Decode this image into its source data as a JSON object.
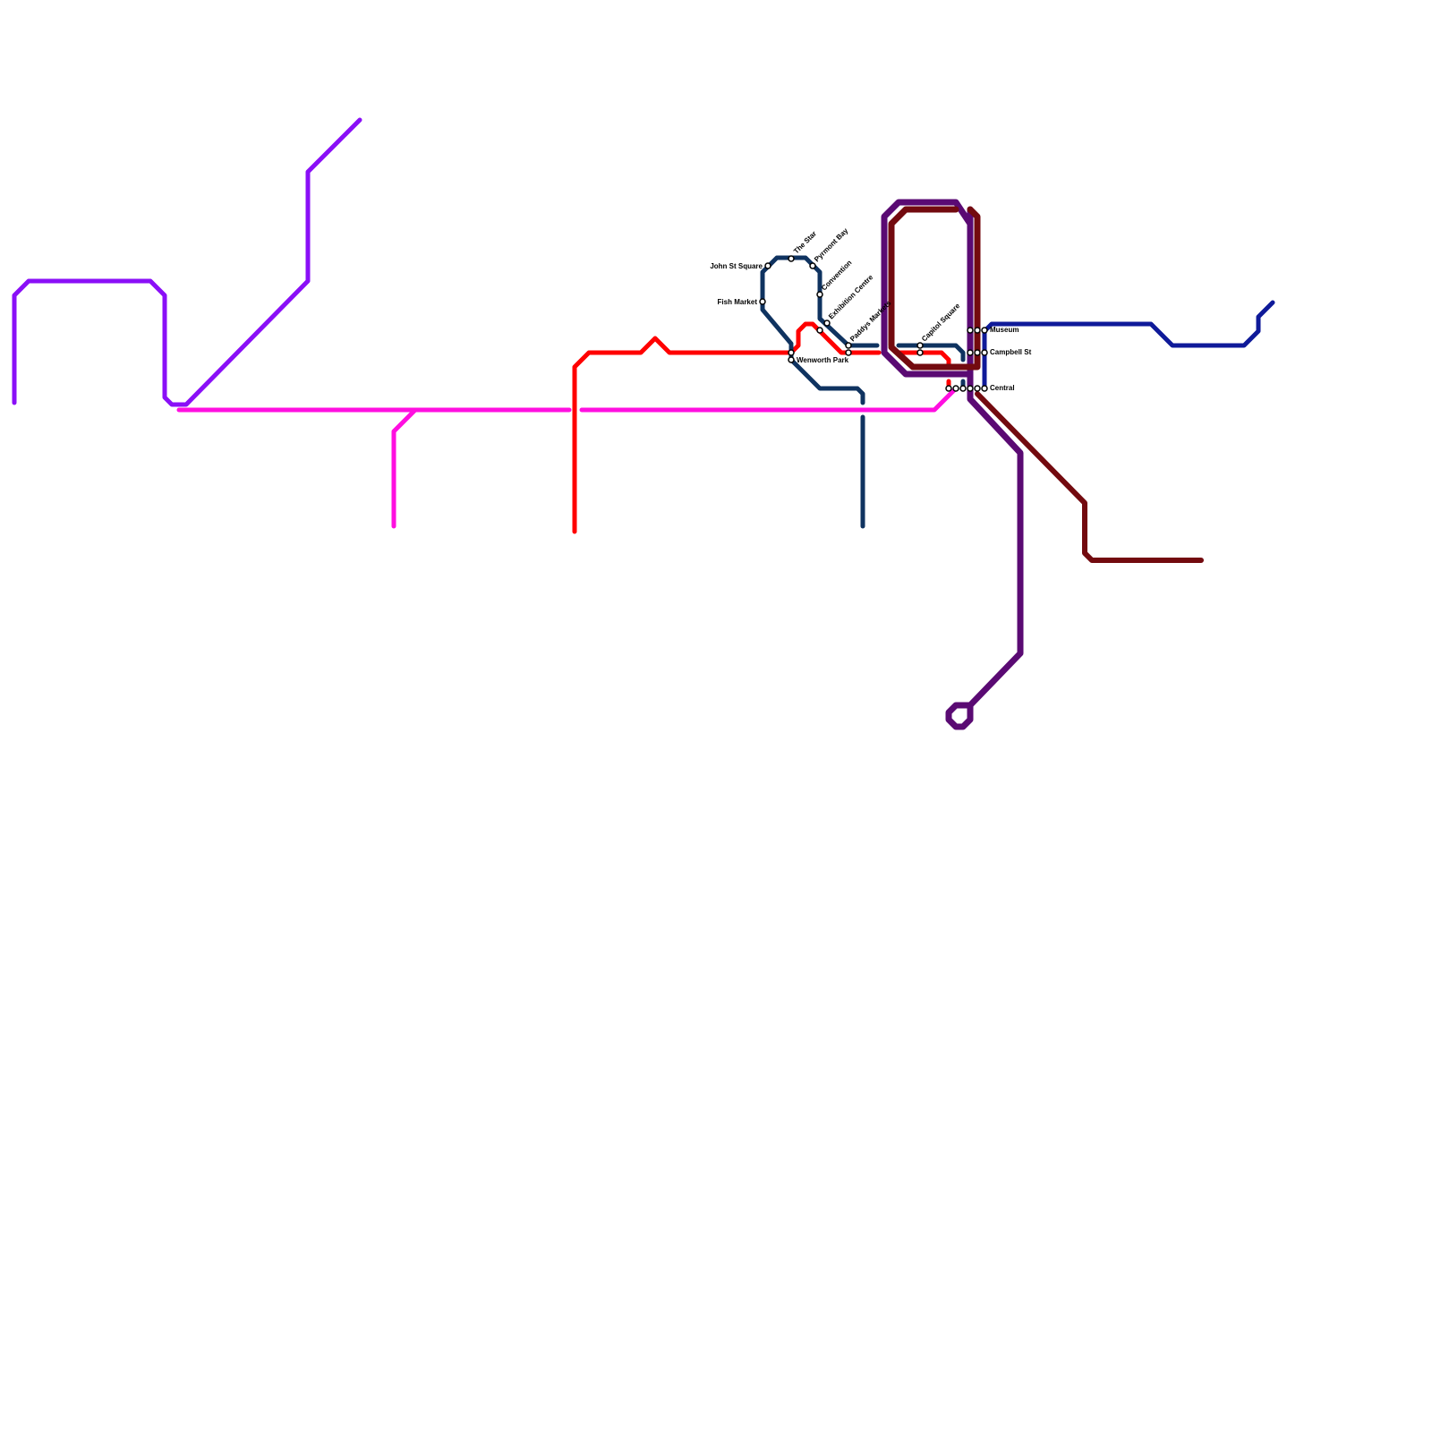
{
  "lines": [
    {
      "id": "purple",
      "color": "#8a0ff7"
    },
    {
      "id": "magenta",
      "color": "#ff0fe0"
    },
    {
      "id": "red",
      "color": "#ff0000"
    },
    {
      "id": "dark-navy",
      "color": "#0f3360"
    },
    {
      "id": "dark-purple",
      "color": "#5a0a73"
    },
    {
      "id": "maroon",
      "color": "#730a0f"
    },
    {
      "id": "blue",
      "color": "#0f1a99"
    }
  ],
  "stations": {
    "john_st_square": "John St Square",
    "fish_market": "Fish Market",
    "the_star": "The Star",
    "pyrmont_bay": "Pyrmont Bay",
    "convention": "Convention",
    "exhibition_centre": "Exhibition Centre",
    "paddys_markets": "Paddys Markets",
    "wentworth_park": "Wenworth Park",
    "capitol_square": "Capitol Square",
    "museum": "Museum",
    "campbell_st": "Campbell St",
    "central": "Central"
  }
}
